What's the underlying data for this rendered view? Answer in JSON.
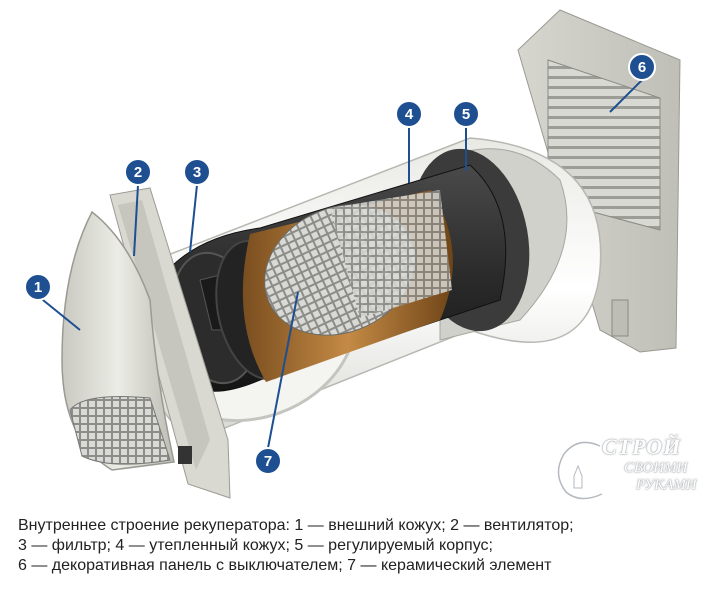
{
  "colors": {
    "marker_fill": "#1d4f91",
    "marker_stroke": "#ffffff",
    "ceramic": "#a8743a",
    "insulation": "#f2f2f0",
    "housing": "#dcdcd6"
  },
  "markers": [
    {
      "id": "1",
      "label": "1"
    },
    {
      "id": "2",
      "label": "2"
    },
    {
      "id": "3",
      "label": "3"
    },
    {
      "id": "4",
      "label": "4"
    },
    {
      "id": "5",
      "label": "5"
    },
    {
      "id": "6",
      "label": "6"
    },
    {
      "id": "7",
      "label": "7"
    }
  ],
  "watermark": {
    "brand": "СТРОЙ",
    "line1": "СВОИМИ",
    "line2": "РУКАМИ"
  },
  "caption": {
    "line1": "Внутреннее строение рекуператора: 1 — внешний кожух; 2 — вентилятор;",
    "line2": "3 — фильтр; 4 — утепленный кожух; 5 — регулируемый корпус;",
    "line3": "6 — декоративная панель с выключателем; 7 — керамический элемент"
  }
}
